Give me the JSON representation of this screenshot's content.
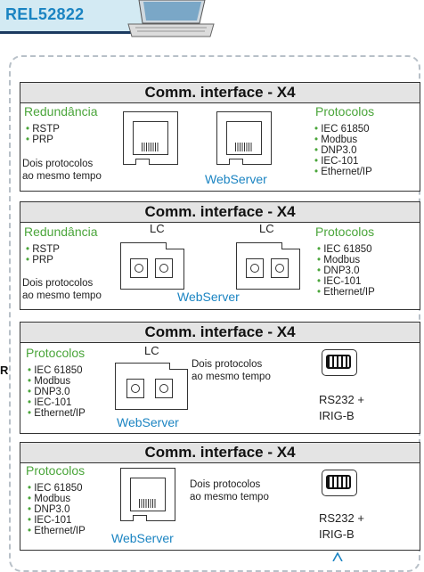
{
  "header": {
    "model": "REL52822"
  },
  "cards": [
    {
      "title": "Comm. interface - X4",
      "left_heading": "Redundância",
      "left_items": [
        "RSTP",
        "PRP"
      ],
      "note": [
        "Dois protocolos",
        "ao mesmo tempo"
      ],
      "right_heading": "Protocolos",
      "right_items": [
        "IEC 61850",
        "Modbus",
        "DNP3.0",
        "IEC-101",
        "Ethernet/IP"
      ],
      "webserver": "WebServer"
    },
    {
      "title": "Comm. interface - X4",
      "left_heading": "Redundância",
      "left_items": [
        "RSTP",
        "PRP"
      ],
      "note": [
        "Dois protocolos",
        "ao mesmo tempo"
      ],
      "lc_labels": [
        "LC",
        "LC"
      ],
      "right_heading": "Protocolos",
      "right_items": [
        "IEC 61850",
        "Modbus",
        "DNP3.0",
        "IEC-101",
        "Ethernet/IP"
      ],
      "webserver": "WebServer"
    },
    {
      "title": "Comm. interface - X4",
      "left_heading": "Protocolos",
      "left_items": [
        "IEC 61850",
        "Modbus",
        "DNP3.0",
        "IEC-101",
        "Ethernet/IP"
      ],
      "lc_label": "LC",
      "note": [
        "Dois protocolos",
        "ao mesmo tempo"
      ],
      "webserver": "WebServer",
      "serial_label": [
        "RS232 +",
        "IRIG-B"
      ]
    },
    {
      "title": "Comm. interface - X4",
      "left_heading": "Protocolos",
      "left_items": [
        "IEC 61850",
        "Modbus",
        "DNP3.0",
        "IEC-101",
        "Ethernet/IP"
      ],
      "note": [
        "Dois protocolos",
        "ao mesmo tempo"
      ],
      "webserver": "WebServer",
      "serial_label": [
        "RS232 +",
        "IRIG-B"
      ]
    }
  ],
  "side_letter": "R"
}
